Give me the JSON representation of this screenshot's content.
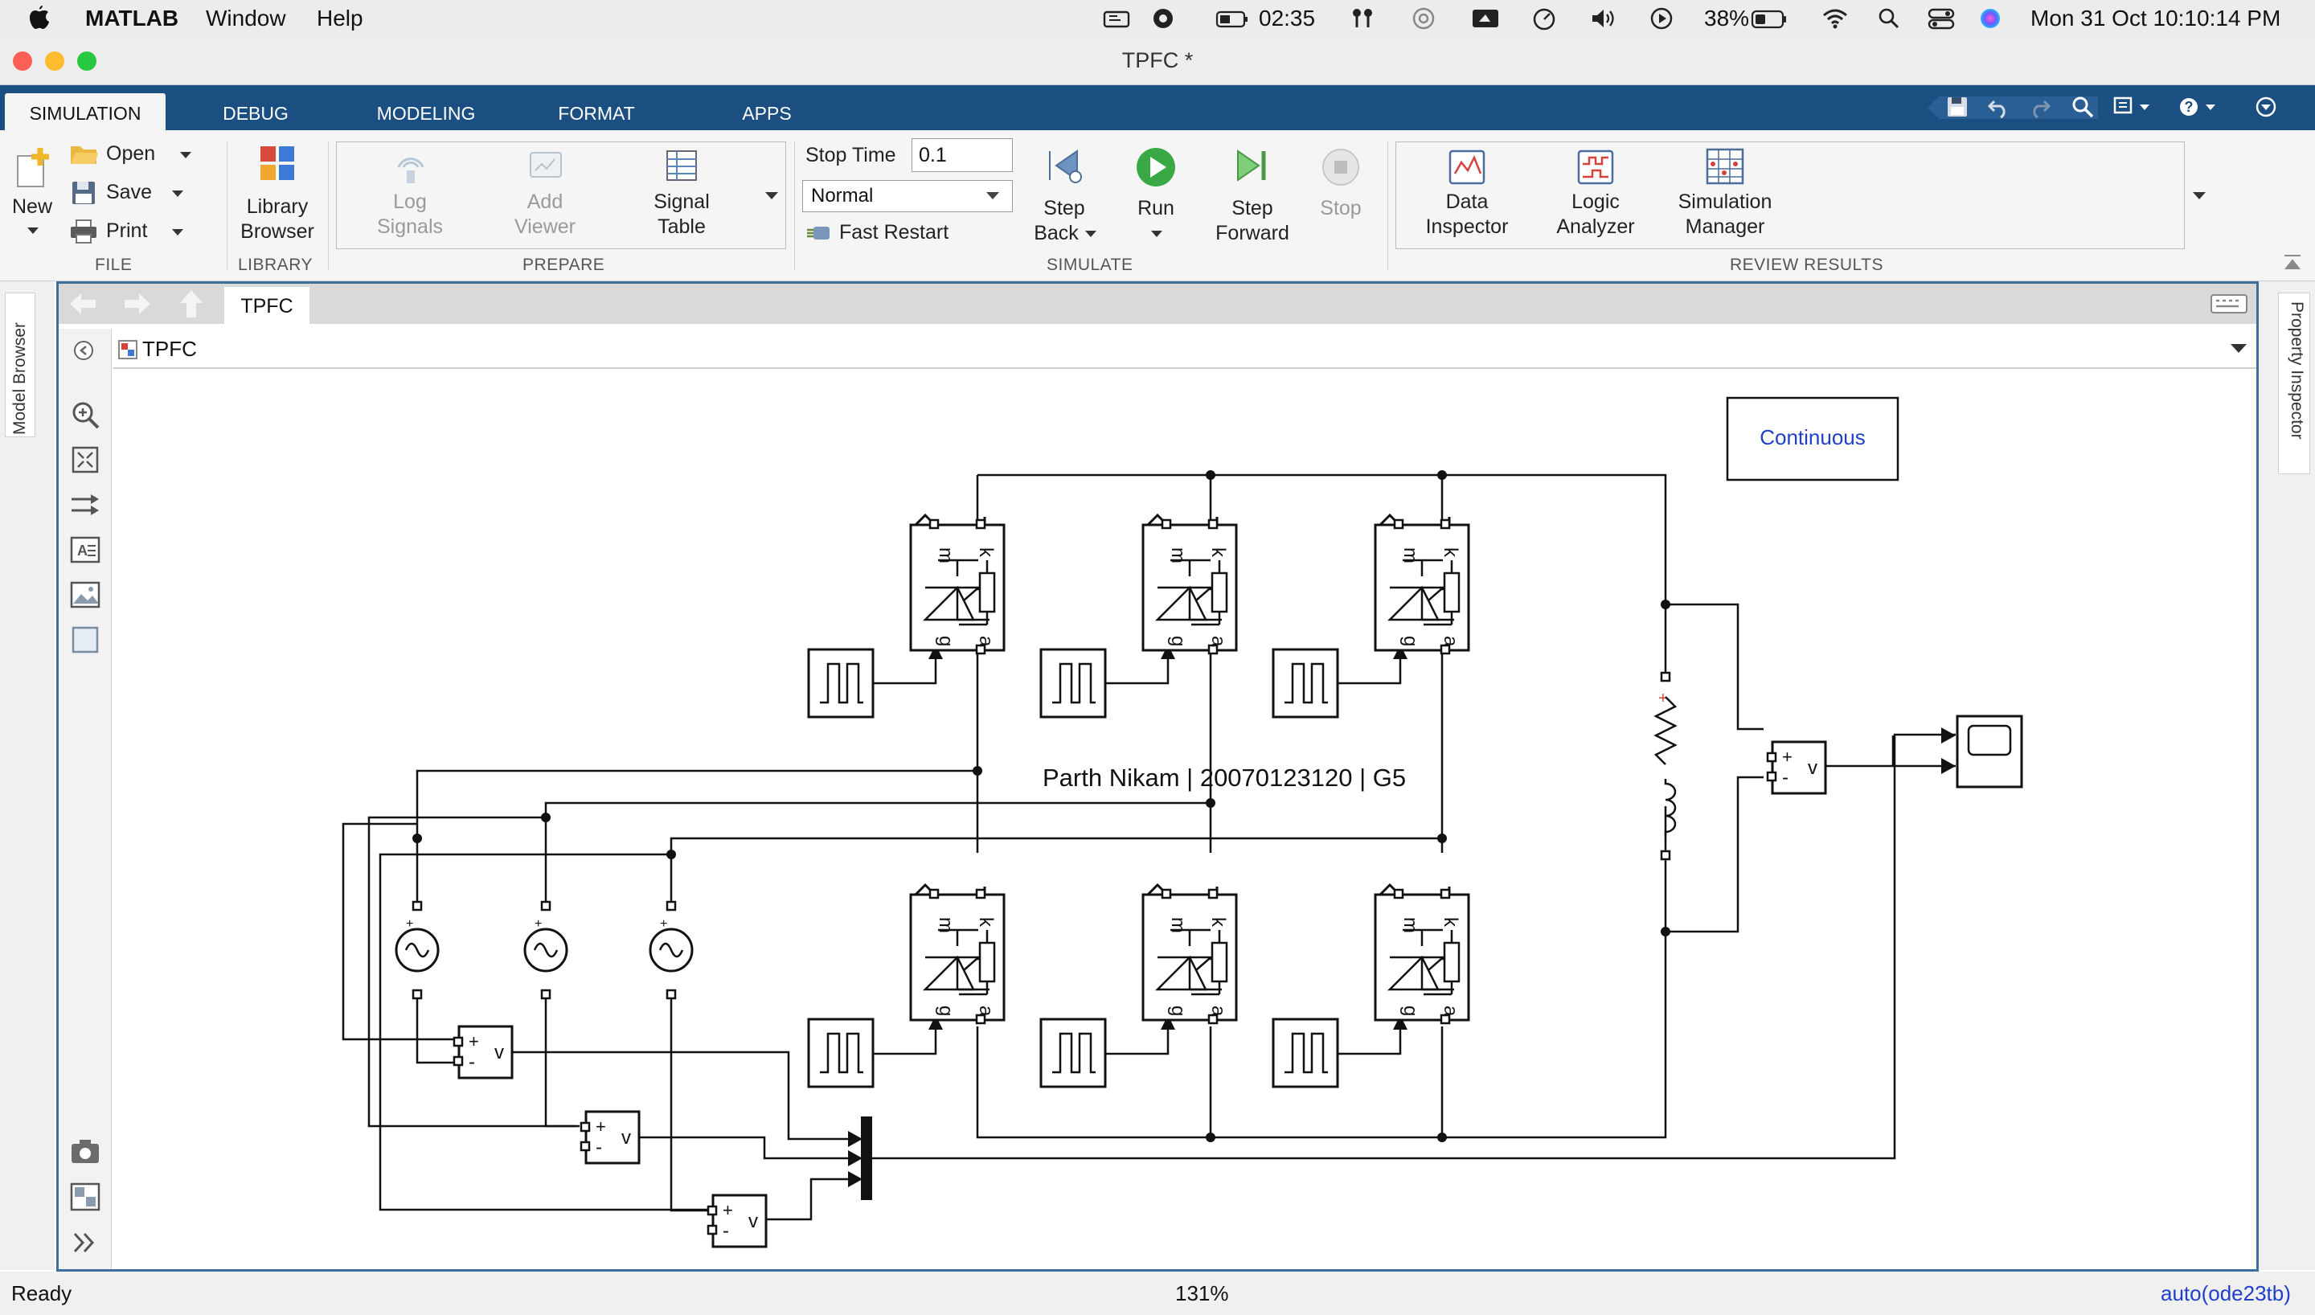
{
  "menubar": {
    "app": "MATLAB",
    "window": "Window",
    "help": "Help",
    "timer": "02:35",
    "battery": "38%",
    "datetime": "Mon 31 Oct  10:10:14 PM"
  },
  "window": {
    "title": "TPFC *"
  },
  "tabs": [
    "SIMULATION",
    "DEBUG",
    "MODELING",
    "FORMAT",
    "APPS"
  ],
  "file": {
    "new": "New",
    "open": "Open",
    "save": "Save",
    "print": "Print",
    "section": "FILE"
  },
  "library": {
    "browser_l1": "Library",
    "browser_l2": "Browser",
    "section": "LIBRARY"
  },
  "prepare": {
    "log_l1": "Log",
    "log_l2": "Signals",
    "add_l1": "Add",
    "add_l2": "Viewer",
    "signal_l1": "Signal",
    "signal_l2": "Table",
    "section": "PREPARE"
  },
  "simulate": {
    "stop_time_label": "Stop Time",
    "stop_time_value": "0.1",
    "mode": "Normal",
    "fast_restart": "Fast Restart",
    "step_back_l1": "Step",
    "step_back_l2": "Back",
    "run": "Run",
    "step_fwd_l1": "Step",
    "step_fwd_l2": "Forward",
    "stop": "Stop",
    "section": "SIMULATE"
  },
  "review": {
    "data_l1": "Data",
    "data_l2": "Inspector",
    "logic_l1": "Logic",
    "logic_l2": "Analyzer",
    "simmgr_l1": "Simulation",
    "simmgr_l2": "Manager",
    "section": "REVIEW RESULTS"
  },
  "side": {
    "model_browser": "Model Browser",
    "property_inspector": "Property Inspector"
  },
  "editor": {
    "tab": "TPFC",
    "address": "TPFC"
  },
  "diagram": {
    "powergui": "Continuous",
    "annotation": "Parth Nikam | 20070123120 | G5"
  },
  "status": {
    "left": "Ready",
    "zoom": "131%",
    "solver": "auto(ode23tb)"
  },
  "colors": {
    "ribbon_blue": "#1b4f82",
    "run_green": "#3aa845",
    "frame_blue": "#3f6e9c",
    "annotation_blue": "#1f3fc8"
  }
}
